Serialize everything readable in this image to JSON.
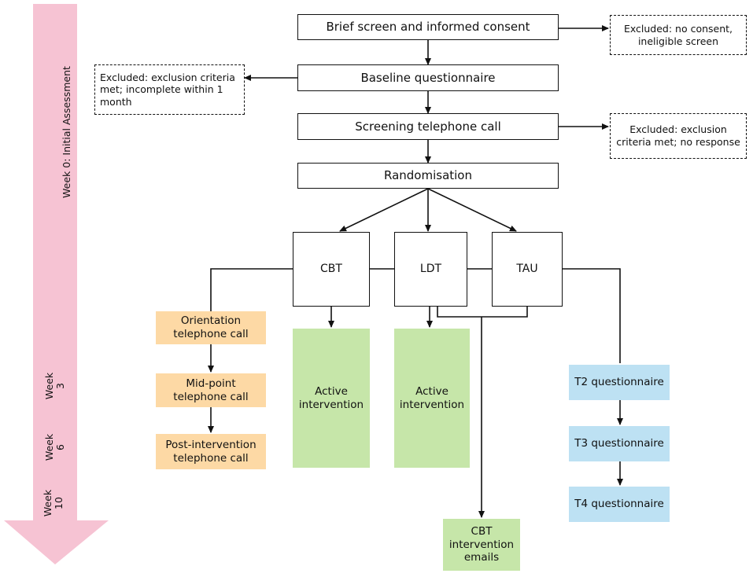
{
  "timeline": {
    "arrow_color": "#f6c3d3",
    "labels": {
      "week0": "Week 0:  Initial Assessment",
      "week3_a": "Week",
      "week3_b": "3",
      "week6_a": "Week",
      "week6_b": "6",
      "week10_a": "Week",
      "week10_b": "10"
    }
  },
  "flow": {
    "consent": "Brief screen and informed consent",
    "baseline": "Baseline questionnaire",
    "screening_call": "Screening telephone call",
    "randomisation": "Randomisation"
  },
  "exclusions": {
    "consent_excluded": "Excluded: no consent, ineligible screen",
    "baseline_excluded": "Excluded: exclusion criteria met; incomplete within 1 month",
    "call_excluded": "Excluded: exclusion criteria met; no response"
  },
  "arms": {
    "cbt": "CBT",
    "ldt": "LDT",
    "tau": "TAU"
  },
  "calls": {
    "orientation": "Orientation telephone call",
    "midpoint": "Mid-point telephone call",
    "post": "Post-intervention telephone call"
  },
  "interventions": {
    "cbt_active": "Active intervention",
    "ldt_active": "Active intervention",
    "emails": "CBT intervention emails"
  },
  "questionnaires": {
    "t2": "T2 questionnaire",
    "t3": "T3 questionnaire",
    "t4": "T4 questionnaire"
  },
  "colors": {
    "orange": "#fdd9a5",
    "green": "#c6e6a9",
    "blue": "#bde1f3",
    "pink": "#f6c3d3"
  }
}
